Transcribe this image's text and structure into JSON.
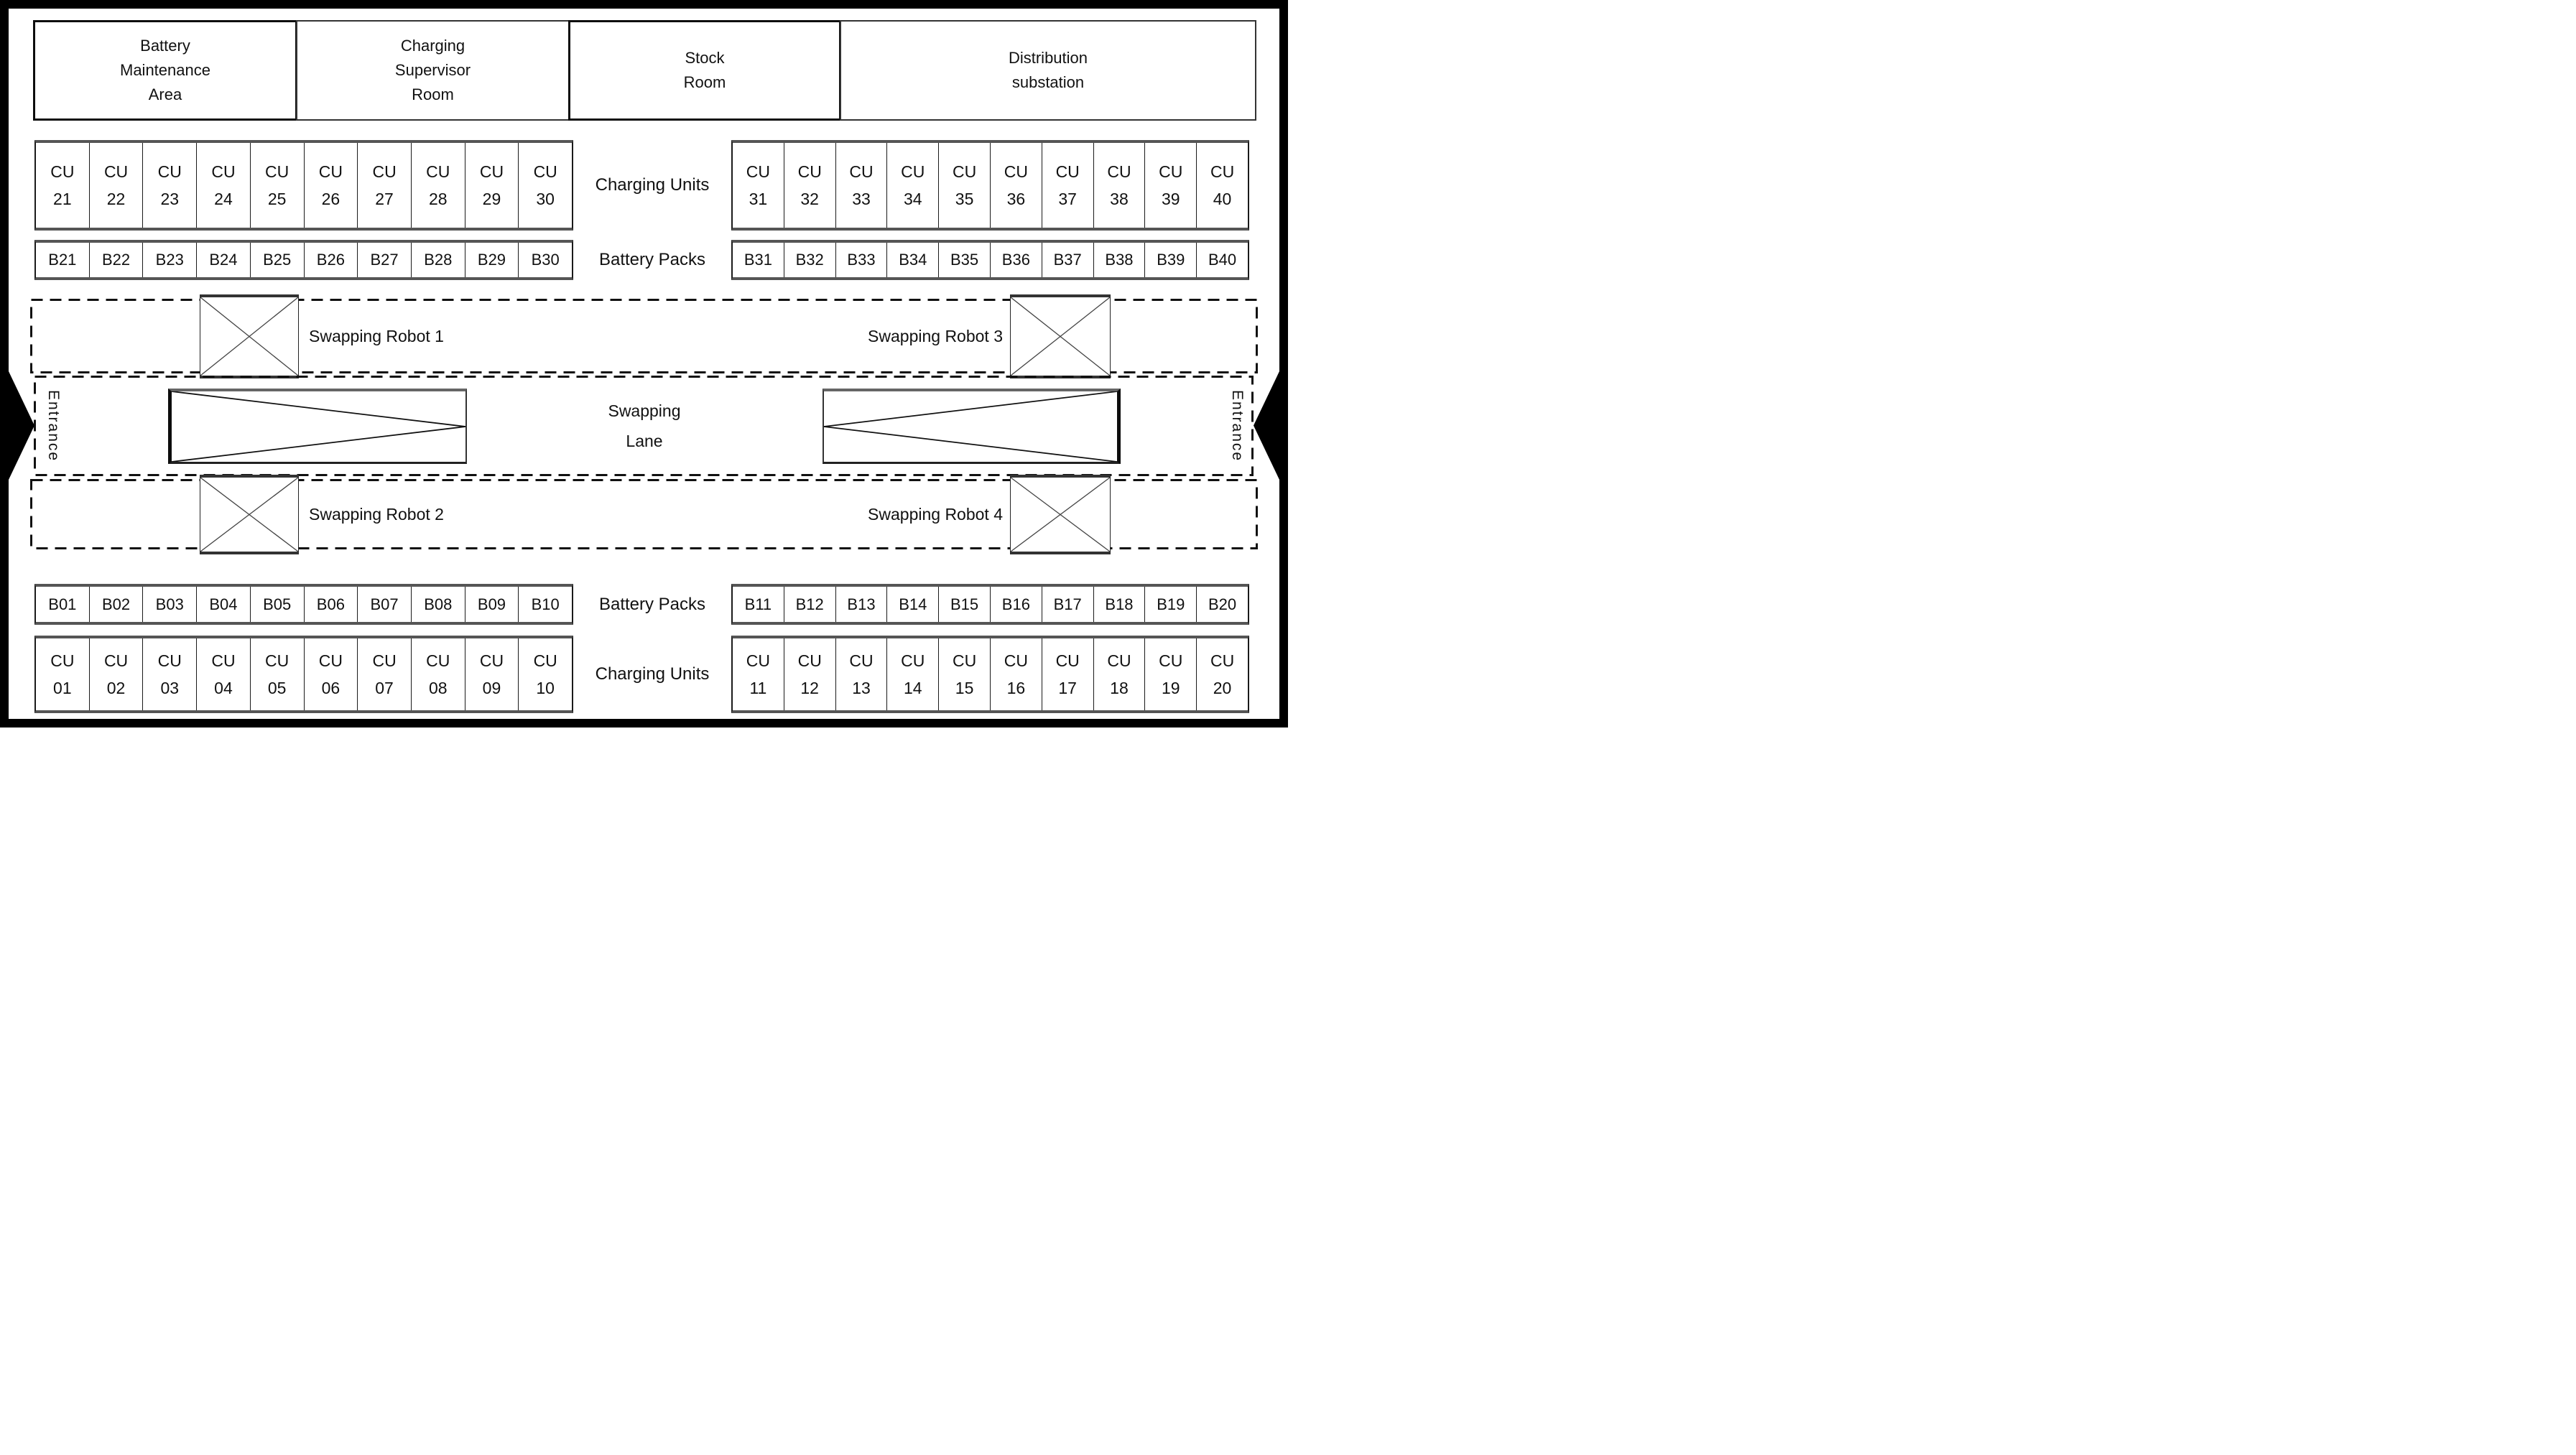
{
  "rooms": [
    {
      "line1": "Battery",
      "line2": "Maintenance",
      "line3": "Area"
    },
    {
      "line1": "Charging",
      "line2": "Supervisor",
      "line3": "Room"
    },
    {
      "line1": "Stock",
      "line2": "Room"
    },
    {
      "line1": "Distribution",
      "line2": "substation"
    }
  ],
  "labels": {
    "charging_units_top": "Charging Units",
    "battery_packs_top": "Battery Packs",
    "battery_packs_bottom": "Battery Packs",
    "charging_units_bottom": "Charging Units",
    "swapping_robot_1": "Swapping Robot 1",
    "swapping_robot_2": "Swapping Robot 2",
    "swapping_robot_3": "Swapping Robot 3",
    "swapping_robot_4": "Swapping Robot 4",
    "swapping_lane_line1": "Swapping",
    "swapping_lane_line2": "Lane",
    "entrance_left": "Entrance",
    "entrance_right": "Entrance"
  },
  "charging_units_top_left": [
    {
      "line1": "CU",
      "line2": "21"
    },
    {
      "line1": "CU",
      "line2": "22"
    },
    {
      "line1": "CU",
      "line2": "23"
    },
    {
      "line1": "CU",
      "line2": "24"
    },
    {
      "line1": "CU",
      "line2": "25"
    },
    {
      "line1": "CU",
      "line2": "26"
    },
    {
      "line1": "CU",
      "line2": "27"
    },
    {
      "line1": "CU",
      "line2": "28"
    },
    {
      "line1": "CU",
      "line2": "29"
    },
    {
      "line1": "CU",
      "line2": "30"
    }
  ],
  "charging_units_top_right": [
    {
      "line1": "CU",
      "line2": "31"
    },
    {
      "line1": "CU",
      "line2": "32"
    },
    {
      "line1": "CU",
      "line2": "33"
    },
    {
      "line1": "CU",
      "line2": "34"
    },
    {
      "line1": "CU",
      "line2": "35"
    },
    {
      "line1": "CU",
      "line2": "36"
    },
    {
      "line1": "CU",
      "line2": "37"
    },
    {
      "line1": "CU",
      "line2": "38"
    },
    {
      "line1": "CU",
      "line2": "39"
    },
    {
      "line1": "CU",
      "line2": "40"
    }
  ],
  "battery_packs_top_left": [
    {
      "line1": "B21"
    },
    {
      "line1": "B22"
    },
    {
      "line1": "B23"
    },
    {
      "line1": "B24"
    },
    {
      "line1": "B25"
    },
    {
      "line1": "B26"
    },
    {
      "line1": "B27"
    },
    {
      "line1": "B28"
    },
    {
      "line1": "B29"
    },
    {
      "line1": "B30"
    }
  ],
  "battery_packs_top_right": [
    {
      "line1": "B31"
    },
    {
      "line1": "B32"
    },
    {
      "line1": "B33"
    },
    {
      "line1": "B34"
    },
    {
      "line1": "B35"
    },
    {
      "line1": "B36"
    },
    {
      "line1": "B37"
    },
    {
      "line1": "B38"
    },
    {
      "line1": "B39"
    },
    {
      "line1": "B40"
    }
  ],
  "battery_packs_bottom_left": [
    {
      "line1": "B01"
    },
    {
      "line1": "B02"
    },
    {
      "line1": "B03"
    },
    {
      "line1": "B04"
    },
    {
      "line1": "B05"
    },
    {
      "line1": "B06"
    },
    {
      "line1": "B07"
    },
    {
      "line1": "B08"
    },
    {
      "line1": "B09"
    },
    {
      "line1": "B10"
    }
  ],
  "battery_packs_bottom_right": [
    {
      "line1": "B11"
    },
    {
      "line1": "B12"
    },
    {
      "line1": "B13"
    },
    {
      "line1": "B14"
    },
    {
      "line1": "B15"
    },
    {
      "line1": "B16"
    },
    {
      "line1": "B17"
    },
    {
      "line1": "B18"
    },
    {
      "line1": "B19"
    },
    {
      "line1": "B20"
    }
  ],
  "charging_units_bottom_left": [
    {
      "line1": "CU",
      "line2": "01"
    },
    {
      "line1": "CU",
      "line2": "02"
    },
    {
      "line1": "CU",
      "line2": "03"
    },
    {
      "line1": "CU",
      "line2": "04"
    },
    {
      "line1": "CU",
      "line2": "05"
    },
    {
      "line1": "CU",
      "line2": "06"
    },
    {
      "line1": "CU",
      "line2": "07"
    },
    {
      "line1": "CU",
      "line2": "08"
    },
    {
      "line1": "CU",
      "line2": "09"
    },
    {
      "line1": "CU",
      "line2": "10"
    }
  ],
  "charging_units_bottom_right": [
    {
      "line1": "CU",
      "line2": "11"
    },
    {
      "line1": "CU",
      "line2": "12"
    },
    {
      "line1": "CU",
      "line2": "13"
    },
    {
      "line1": "CU",
      "line2": "14"
    },
    {
      "line1": "CU",
      "line2": "15"
    },
    {
      "line1": "CU",
      "line2": "16"
    },
    {
      "line1": "CU",
      "line2": "17"
    },
    {
      "line1": "CU",
      "line2": "18"
    },
    {
      "line1": "CU",
      "line2": "19"
    },
    {
      "line1": "CU",
      "line2": "20"
    }
  ],
  "colors": {
    "line": "#1a1a1a",
    "cap": "#555555",
    "dash": "#111111",
    "bg": "#ffffff"
  }
}
